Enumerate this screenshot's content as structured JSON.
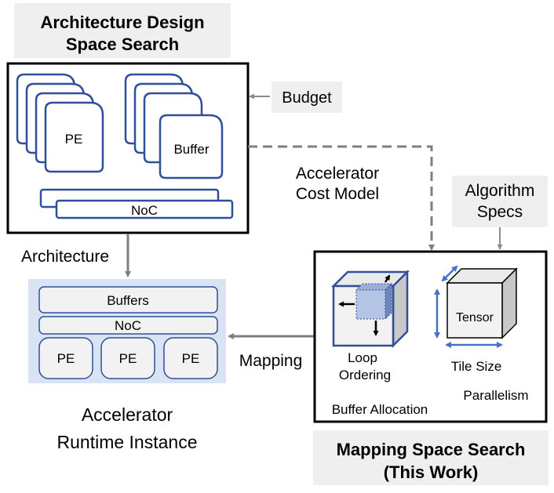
{
  "arch_search": {
    "title_line1": "Architecture Design",
    "title_line2": "Space Search"
  },
  "arch_box": {
    "pe_label": "PE",
    "buffer_label": "Buffer",
    "noc_label": "NoC"
  },
  "budget_label": "Budget",
  "cost_model": {
    "line1": "Accelerator",
    "line2": "Cost Model"
  },
  "algorithm_specs": {
    "line1": "Algorithm",
    "line2": "Specs"
  },
  "architecture_label": "Architecture",
  "mapping_label": "Mapping",
  "runtime_box": {
    "buffers_label": "Buffers",
    "noc_label": "NoC",
    "pe_labels": [
      "PE",
      "PE",
      "PE"
    ]
  },
  "runtime_caption": {
    "line1": "Accelerator",
    "line2": "Runtime Instance"
  },
  "mapping_box": {
    "tensor_label": "Tensor",
    "loop_ordering_line1": "Loop",
    "loop_ordering_line2": "Ordering",
    "tile_size_label": "Tile Size",
    "parallelism_label": "Parallelism",
    "buffer_allocation_label": "Buffer Allocation"
  },
  "mapping_search": {
    "title_line1": "Mapping Space Search",
    "title_line2": "(This Work)"
  },
  "colors": {
    "accent_blue": "#2f4f9a",
    "arrow_blue": "#4472c4",
    "runtime_bg": "#dae3f3",
    "caption_bg": "#efefef",
    "arrow_gray": "#7f7f7f"
  }
}
